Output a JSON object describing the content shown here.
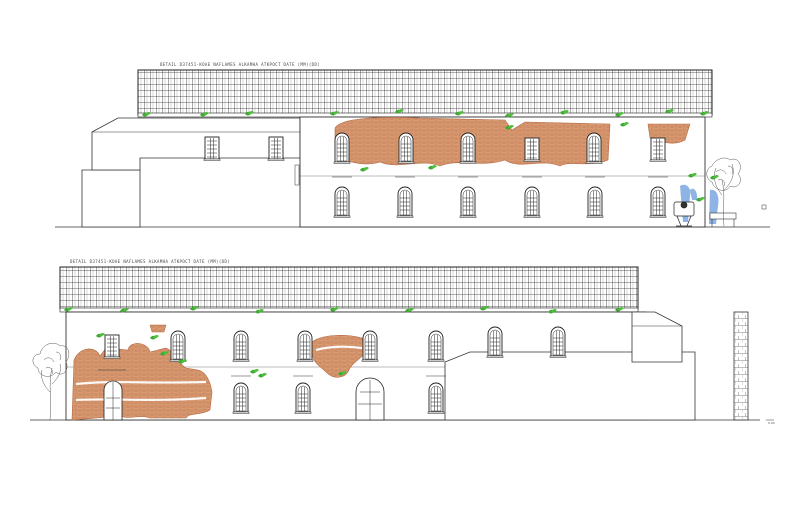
{
  "elevation_top": {
    "caption": "DETAIL D37451-KOAE NAFLAMES ALKAMHA ATKPOCT DATE (MM)(DD)"
  },
  "elevation_bottom": {
    "caption": "DETAIL D37451-KOAE NAFLAMES ALKAMHA ATKPOCT DATE (MM)(DD)"
  },
  "scale_mark": "0.00",
  "colors": {
    "brick": "#d99a72",
    "vegetation": "#3ea832",
    "water": "#7aa7e0",
    "line": "#333333"
  }
}
